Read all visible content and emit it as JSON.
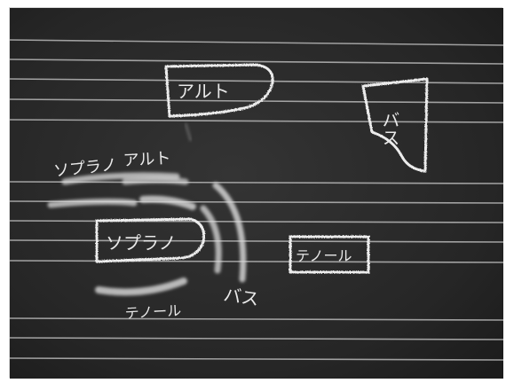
{
  "board": {
    "labels": {
      "alto_box": "アルト",
      "bass_box": "バス",
      "soprano_handwritten": "ソプラノ",
      "alto_handwritten": "アルト",
      "soprano_box": "ソプラノ",
      "tenor_box": "テノール",
      "bass_handwritten": "バス",
      "tenor_handwritten": "テノール"
    }
  },
  "colors": {
    "board": "#2d2d2d",
    "chalk": "#e9e9e9",
    "staff_line": "#bdbdbd"
  }
}
